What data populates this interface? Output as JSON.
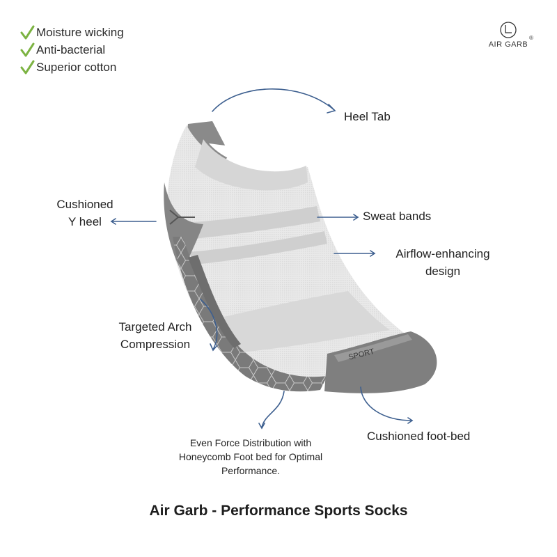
{
  "features": [
    {
      "label": "Moisture wicking",
      "icon": "checkmark-icon"
    },
    {
      "label": "Anti-bacterial",
      "icon": "checkmark-icon"
    },
    {
      "label": "Superior cotton",
      "icon": "checkmark-icon"
    }
  ],
  "logo": {
    "text": "AIR GARB",
    "mark": "®"
  },
  "callouts": {
    "heel_tab": "Heel Tab",
    "y_heel_line1": "Cushioned",
    "y_heel_line2": "Y heel",
    "sweat_bands": "Sweat bands",
    "airflow_line1": "Airflow-enhancing",
    "airflow_line2": "design",
    "arch_line1": "Targeted Arch",
    "arch_line2": "Compression",
    "honeycomb_line1": "Even Force Distribution with",
    "honeycomb_line2": "Honeycomb Foot bed for Optimal",
    "honeycomb_line3": "Performance.",
    "footbed": "Cushioned foot-bed"
  },
  "sock_label": "SPORT",
  "title": "Air Garb - Performance Sports Socks",
  "colors": {
    "check": "#7cb342",
    "arrow": "#3d5f8f",
    "sock_dark": "#808080",
    "sock_light": "#e6e6e6",
    "sock_band": "#cfcfcf"
  }
}
